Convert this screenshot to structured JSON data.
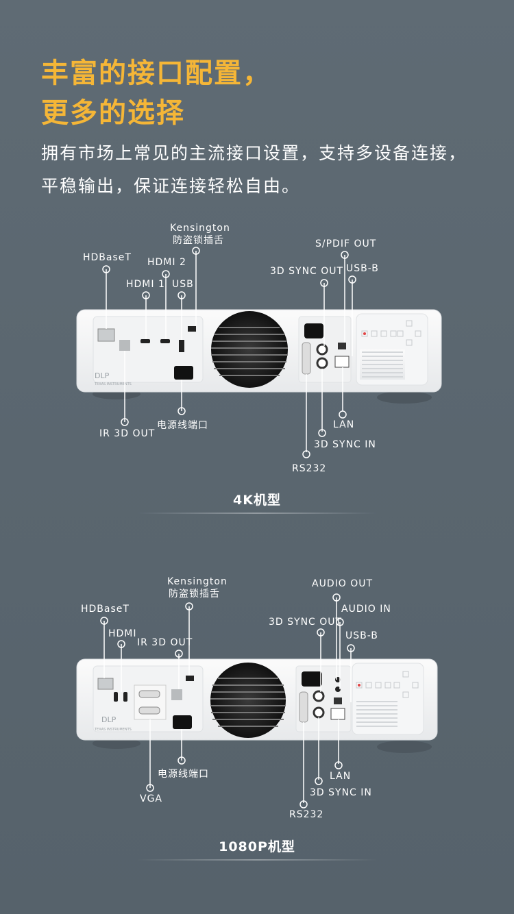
{
  "header": {
    "title_line1": "丰富的接口配置，",
    "title_line2": "更多的选择",
    "description": "拥有市场上常见的主流接口设置，支持多设备连接，平稳输出，保证连接轻松自由。",
    "accent_color": "#f5b637"
  },
  "model_4k": {
    "caption": "4K机型",
    "labels": {
      "kensington_en": "Kensington",
      "kensington_cn": "防盗锁插舌",
      "hdbaset": "HDBaseT",
      "hdmi2": "HDMI 2",
      "hdmi1": "HDMI 1",
      "usb": "USB",
      "spdif_out": "S/PDIF OUT",
      "sync_out": "3D SYNC OUT",
      "usb_b": "USB-B",
      "ir_3d_out": "IR 3D OUT",
      "power": "电源线端口",
      "lan": "LAN",
      "sync_in": "3D SYNC IN",
      "rs232": "RS232"
    }
  },
  "model_1080p": {
    "caption": "1080P机型",
    "labels": {
      "kensington_en": "Kensington",
      "kensington_cn": "防盗锁插舌",
      "audio_out": "AUDIO OUT",
      "hdbaset": "HDBaseT",
      "audio_in": "AUDIO IN",
      "sync_out": "3D SYNC OUT",
      "hdmi": "HDMI",
      "ir_3d_out": "IR 3D OUT",
      "usb_b": "USB-B",
      "power": "电源线端口",
      "lan": "LAN",
      "sync_in": "3D SYNC IN",
      "vga": "VGA",
      "rs232": "RS232"
    }
  },
  "device": {
    "logo": "DLP",
    "brand_sub": "TEXAS INSTRUMENTS"
  }
}
